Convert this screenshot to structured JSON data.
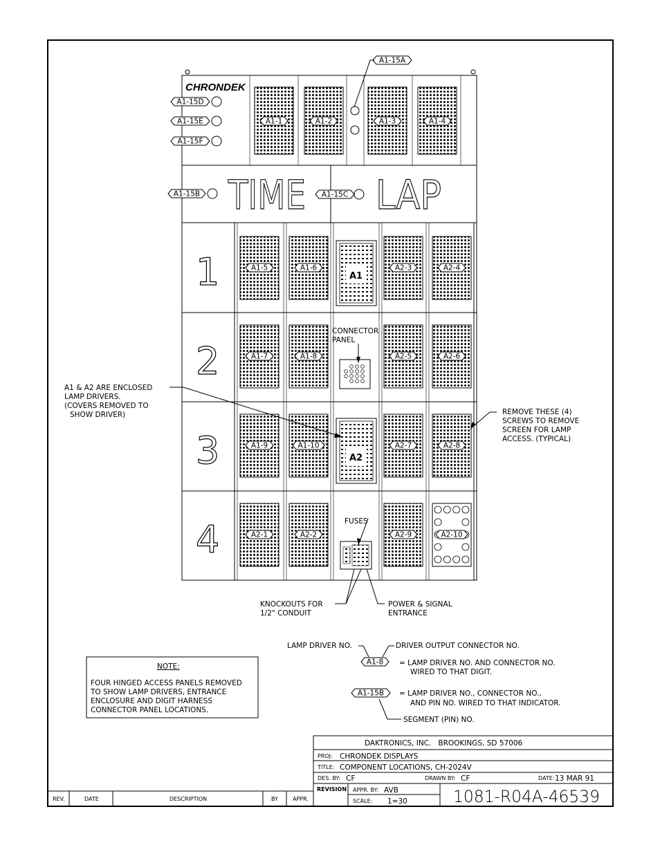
{
  "brand": "CHRONDEK",
  "headers": {
    "time": "TIME",
    "lap": "LAP"
  },
  "rows": [
    "1",
    "2",
    "3",
    "4"
  ],
  "top_modules": [
    "A1-1",
    "A1-2",
    "A1-3",
    "A1-4"
  ],
  "grid_modules": [
    [
      "A1-5",
      "A1-6",
      "A2-3",
      "A2-4"
    ],
    [
      "A1-7",
      "A1-8",
      "A2-5",
      "A2-6"
    ],
    [
      "A1-9",
      "A1-10",
      "A2-7",
      "A2-8"
    ],
    [
      "A2-1",
      "A2-2",
      "A2-9",
      "A2-10"
    ]
  ],
  "indicators": {
    "d": "A1-15D",
    "e": "A1-15E",
    "f": "A1-15F",
    "a": "A1-15A",
    "b": "A1-15B",
    "c": "A1-15C"
  },
  "drivers": {
    "a1": "A1",
    "a2": "A2"
  },
  "labels": {
    "connector_panel_1": "CONNECTOR",
    "connector_panel_2": "PANEL",
    "fuses": "FUSES",
    "enclosed_1": "A1 & A2 ARE ENCLOSED",
    "enclosed_2": "LAMP DRIVERS.",
    "enclosed_3": "(COVERS REMOVED TO",
    "enclosed_4": "SHOW DRIVER)",
    "remove_1": "REMOVE THESE (4)",
    "remove_2": "SCREWS TO REMOVE",
    "remove_3": "SCREEN FOR LAMP",
    "remove_4": "ACCESS. (TYPICAL)",
    "knockouts_1": "KNOCKOUTS FOR",
    "knockouts_2": "1/2\" CONDUIT",
    "power_1": "POWER & SIGNAL",
    "power_2": "ENTRANCE"
  },
  "legend": {
    "lamp_driver_no": "LAMP DRIVER NO.",
    "driver_output": "DRIVER OUTPUT CONNECTOR NO.",
    "example_1": "A1-8",
    "desc_1a": "= LAMP DRIVER NO. AND CONNECTOR NO.",
    "desc_1b": "WIRED TO THAT DIGIT.",
    "example_2": "A1-15B",
    "desc_2a": "= LAMP DRIVER NO., CONNECTOR NO.,",
    "desc_2b": "AND PIN NO. WIRED TO THAT INDICATOR.",
    "segment": "SEGMENT (PIN) NO."
  },
  "note": {
    "title": "NOTE:",
    "line1": "FOUR HINGED ACCESS PANELS REMOVED",
    "line2": "TO SHOW LAMP DRIVERS, ENTRANCE",
    "line3": "ENCLOSURE AND DIGIT HARNESS",
    "line4": "CONNECTOR PANEL LOCATIONS."
  },
  "revision_table": {
    "rev": "REV.",
    "date": "DATE",
    "description": "DESCRIPTION",
    "by": "BY",
    "appr": "APPR."
  },
  "title_block": {
    "company": "DAKTRONICS, INC.   BROOKINGS, SD 57006",
    "proj_label": "PROJ:",
    "proj": "CHRONDEK DISPLAYS",
    "title_label": "TITLE:",
    "title": "COMPONENT LOCATIONS, CH-2024V",
    "des_label": "DES. BY:",
    "des": "CF",
    "drawn_label": "DRAWN BY:",
    "drawn": "CF",
    "date_label": "DATE:",
    "date": "13 MAR 91",
    "revision_label": "REVISION",
    "appr_label": "APPR. BY:",
    "appr": "AVB",
    "scale_label": "SCALE:",
    "scale": "1=30",
    "drawing_no": "1081-R04A-46539"
  }
}
